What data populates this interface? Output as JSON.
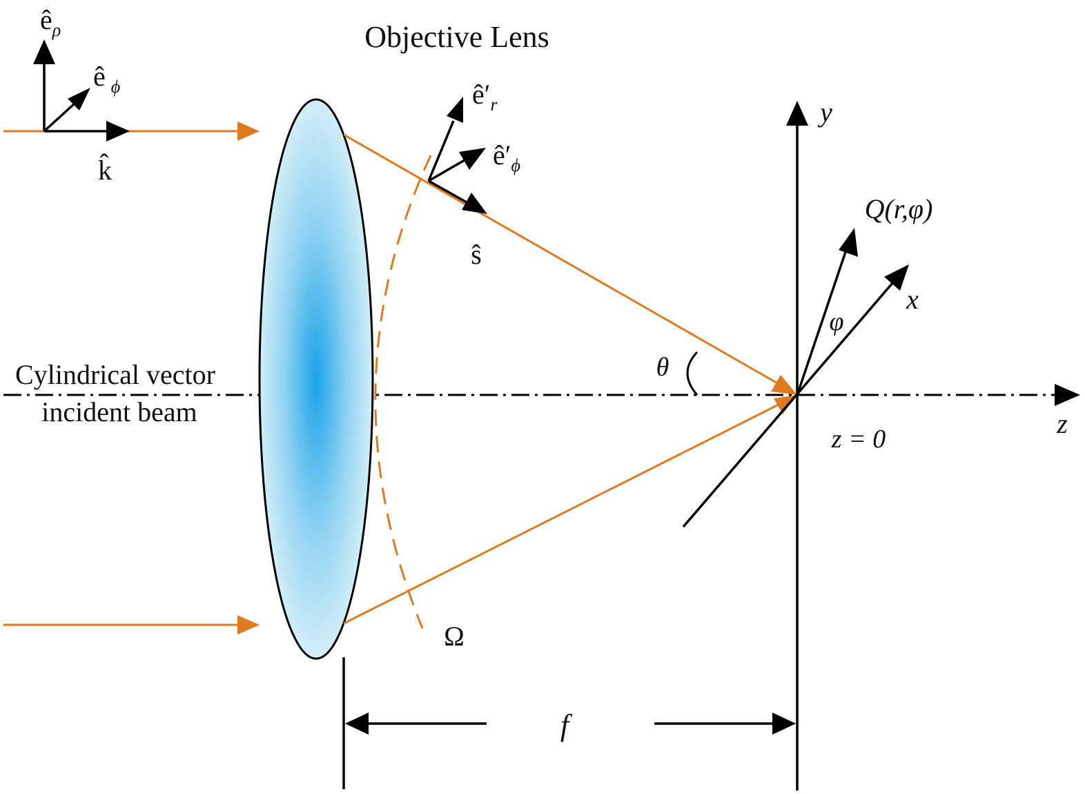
{
  "title": "Objective Lens",
  "beam_label": {
    "line1": "Cylindrical vector",
    "line2": "incident beam"
  },
  "basis_incident": {
    "e_rho": "ê",
    "e_rho_sub": "ρ",
    "e_phi": "ê",
    "e_phi_sub": "ϕ",
    "k": "k̂"
  },
  "basis_refracted": {
    "e_r": "ê′",
    "e_r_sub": "r",
    "e_phi": "ê′",
    "e_phi_sub": "ϕ",
    "s": "ŝ"
  },
  "angle_theta": "θ",
  "angle_phi": "φ",
  "point_label": "Q(r,φ)",
  "surface_label": "Ω",
  "focal_label": "f",
  "axes": {
    "x": "x",
    "y": "y",
    "z": "z",
    "plane": "z = 0"
  },
  "colors": {
    "beam": "#E07A1F",
    "lens_center": "#1AA3E8",
    "lens_edge": "#C9EBF7",
    "line": "#000000"
  }
}
